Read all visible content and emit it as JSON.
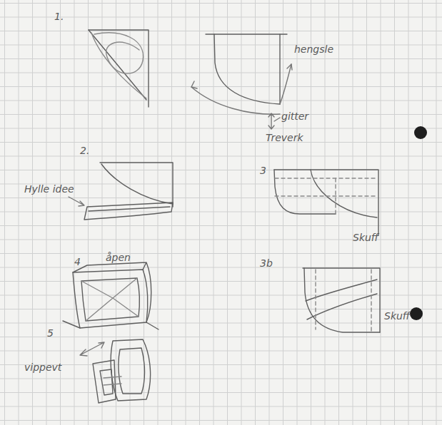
{
  "diagram": {
    "labels": [
      "1.",
      "hengsle",
      "gitter",
      "Treverk",
      "2.",
      "Hylle idee",
      "3",
      "Skuff",
      "3b",
      "Skuff",
      "4",
      "åpen",
      "5",
      "vippevt"
    ]
  }
}
